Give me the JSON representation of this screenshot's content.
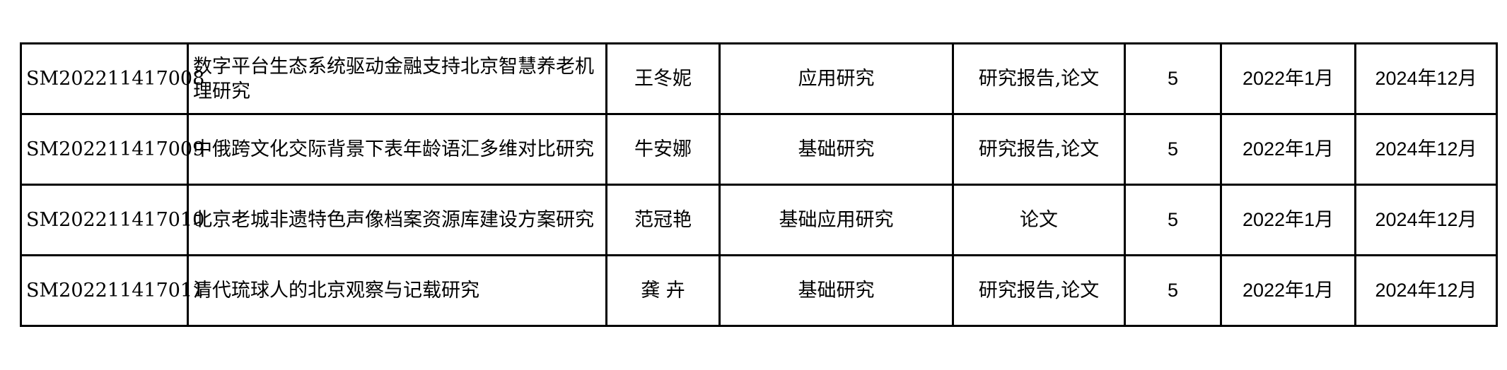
{
  "table": {
    "rows": [
      {
        "code": "SM202211417008",
        "name": "数字平台生态系统驱动金融支持北京智慧养老机理研究",
        "leader": "王冬妮",
        "type": "应用研究",
        "outcome": "研究报告,论文",
        "count": "5",
        "start": "2022年1月",
        "end": "2024年12月"
      },
      {
        "code": "SM202211417009",
        "name": "中俄跨文化交际背景下表年龄语汇多维对比研究",
        "leader": "牛安娜",
        "type": "基础研究",
        "outcome": "研究报告,论文",
        "count": "5",
        "start": "2022年1月",
        "end": "2024年12月"
      },
      {
        "code": "SM202211417010",
        "name": "北京老城非遗特色声像档案资源库建设方案研究",
        "leader": "范冠艳",
        "type": "基础应用研究",
        "outcome": "论文",
        "count": "5",
        "start": "2022年1月",
        "end": "2024年12月"
      },
      {
        "code": "SM202211417011",
        "name": "清代琉球人的北京观察与记载研究",
        "leader": "龚 卉",
        "type": "基础研究",
        "outcome": "研究报告,论文",
        "count": "5",
        "start": "2022年1月",
        "end": "2024年12月"
      }
    ]
  }
}
